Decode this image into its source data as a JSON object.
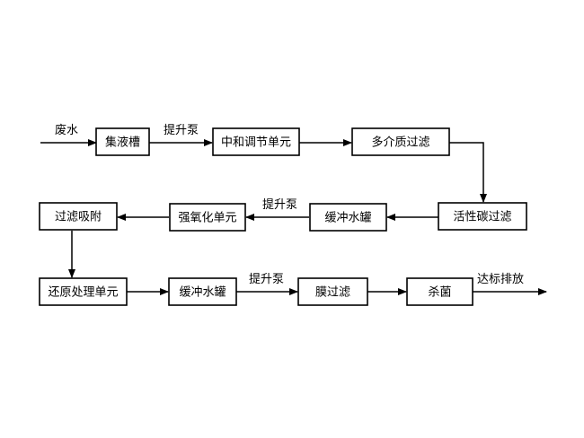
{
  "diagram": {
    "nodes": {
      "collection_tank": "集液槽",
      "neutralization_unit": "中和调节单元",
      "multimedia_filter": "多介质过滤",
      "activated_carbon_filter": "活性碳过滤",
      "buffer_tank_1": "缓冲水罐",
      "strong_oxidation_unit": "强氧化单元",
      "filter_adsorption": "过滤吸附",
      "reduction_unit": "还原处理单元",
      "buffer_tank_2": "缓冲水罐",
      "membrane_filter": "膜过滤",
      "sterilization": "杀菌"
    },
    "labels": {
      "input": "废水",
      "pump_1": "提升泵",
      "pump_2": "提升泵",
      "pump_3": "提升泵",
      "output": "达标排放"
    }
  }
}
